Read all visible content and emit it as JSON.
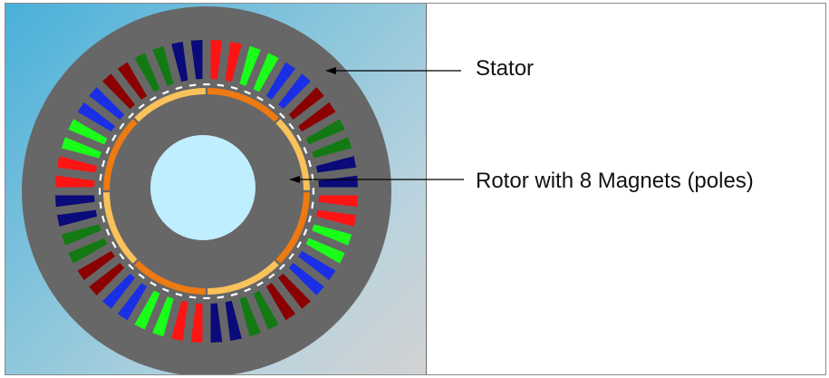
{
  "labels": {
    "stator": "Stator",
    "rotor": "Rotor with 8 Magnets (poles)"
  },
  "motor": {
    "stator_slots": 48,
    "rotor_poles": 8,
    "phase_sequence": [
      "red",
      "red",
      "green",
      "green",
      "blue",
      "blue",
      "darkred",
      "darkred",
      "darkgreen",
      "darkgreen",
      "navy",
      "navy"
    ],
    "colors": {
      "background_gradient": [
        "#49b0da",
        "#d2d2d2"
      ],
      "stator_body": "#676767",
      "rotor_body": "#676767",
      "shaft_bore": "#bfeeff",
      "magnet_orange": "#ee7a12",
      "magnet_light": "#f9c25a",
      "tooth_tips": "#ffffff",
      "red": "#ff1414",
      "darkred": "#8b0000",
      "green": "#1aff1a",
      "darkgreen": "#137a13",
      "blue": "#1a2ee6",
      "navy": "#0a0a7a"
    }
  }
}
